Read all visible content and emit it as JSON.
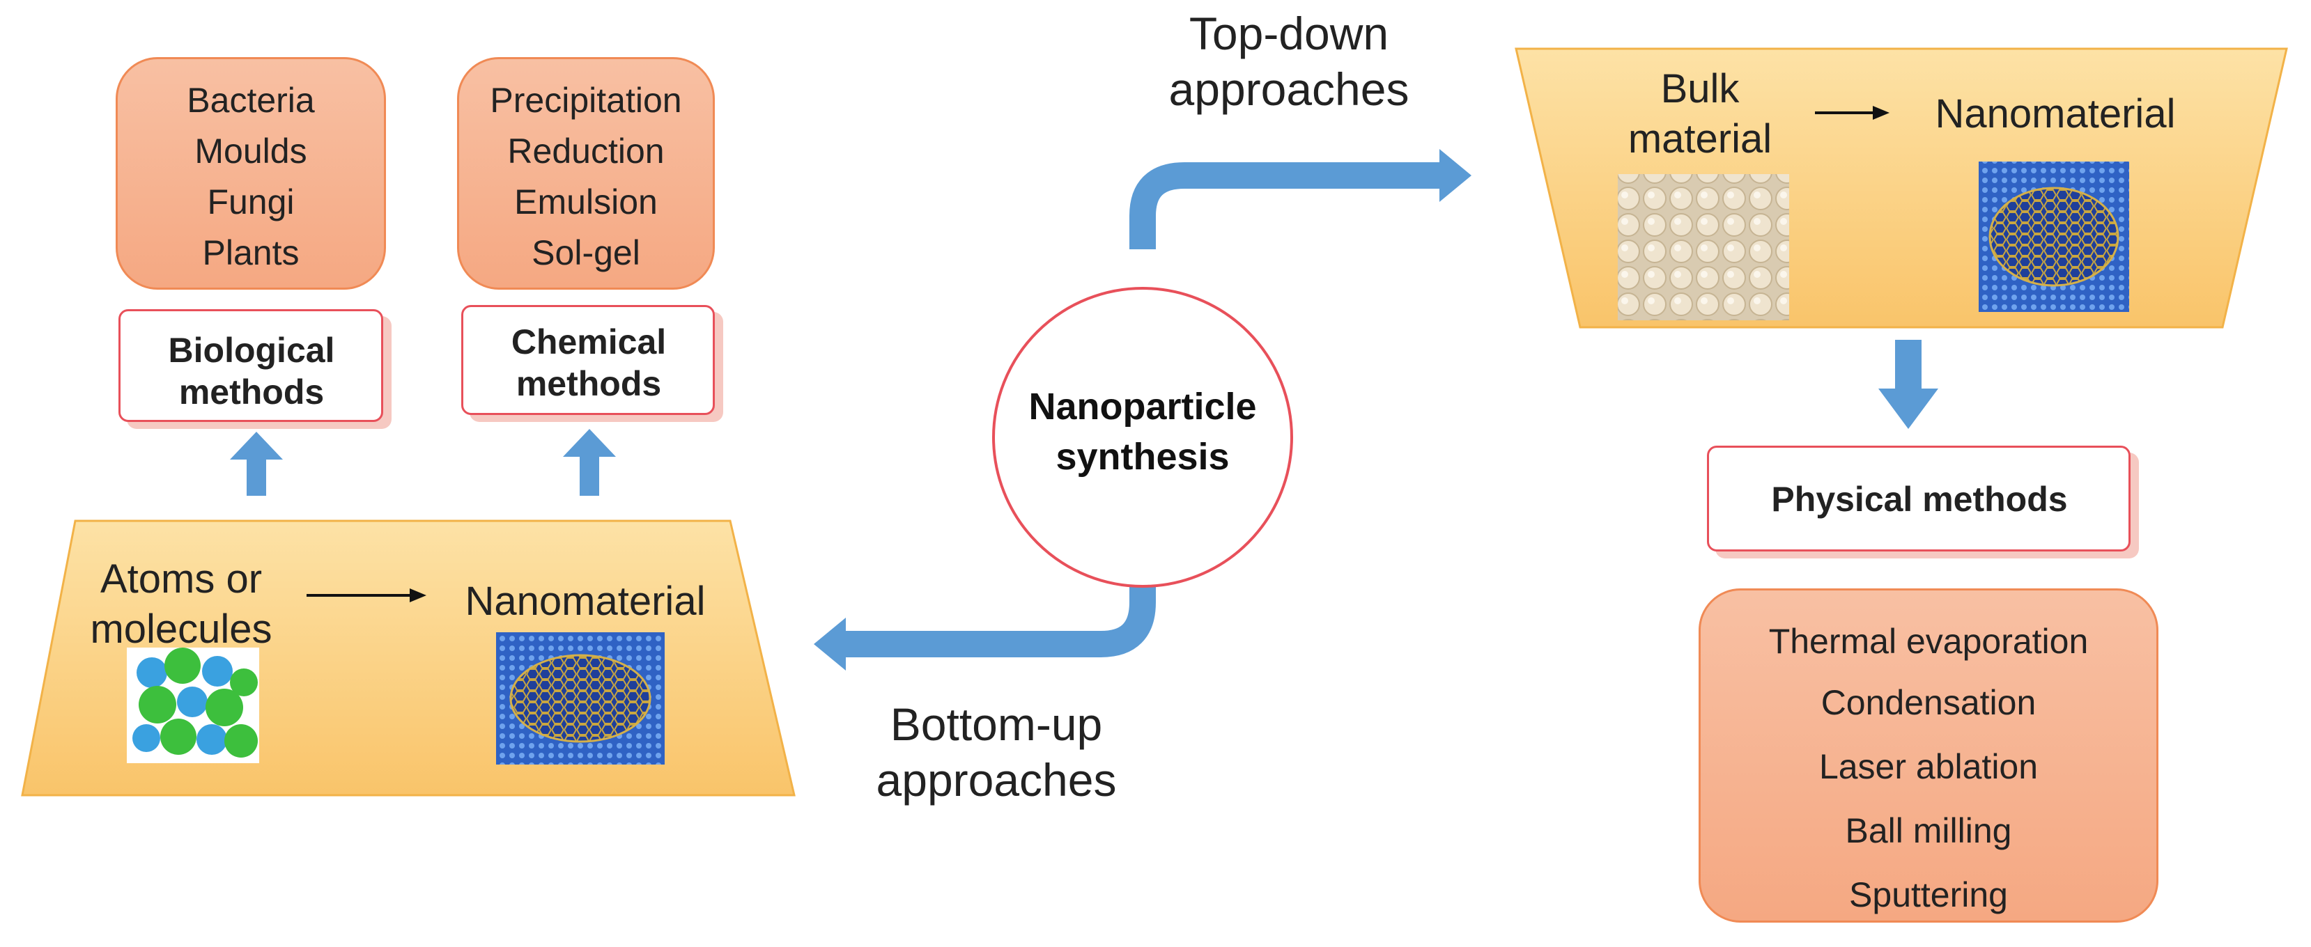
{
  "center": {
    "label_line1": "Nanoparticle",
    "label_line2": "synthesis"
  },
  "top_down": {
    "label_line1": "Top-down",
    "label_line2": "approaches",
    "bulk_line1": "Bulk",
    "bulk_line2": "material",
    "result": "Nanomaterial",
    "method": "Physical methods",
    "techniques": [
      "Thermal evaporation",
      "Condensation",
      "Laser ablation",
      "Ball milling",
      "Sputtering"
    ]
  },
  "bottom_up": {
    "label_line1": "Bottom-up",
    "label_line2": "approaches",
    "source_line1": "Atoms or",
    "source_line2": "molecules",
    "result": "Nanomaterial",
    "biological": {
      "method_line1": "Biological",
      "method_line2": "methods",
      "sources": [
        "Bacteria",
        "Moulds",
        "Fungi",
        "Plants"
      ]
    },
    "chemical": {
      "method_line1": "Chemical",
      "method_line2": "methods",
      "techniques": [
        "Precipitation",
        "Reduction",
        "Emulsion",
        "Sol-gel"
      ]
    }
  },
  "colors": {
    "arrow": "#5b9bd5",
    "trapezoid": "#fcd386",
    "orange_box": "#f6aa84",
    "method_border": "#e8505a",
    "circle_border": "#e8505a"
  }
}
